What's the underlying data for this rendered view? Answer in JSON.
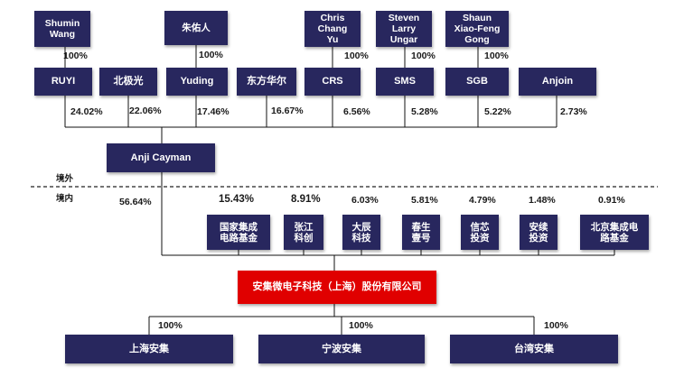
{
  "owners": {
    "shumin_wang": "Shumin\nWang",
    "zhu_youren": "朱佑人",
    "chris_chang_yu": "Chris\nChang\nYu",
    "steven_larry_ungar": "Steven\nLarry\nUngar",
    "shaun_xiao_feng_gong": "Shaun\nXiao-Feng\nGong"
  },
  "owner_pcts": {
    "shumin_wang": "100%",
    "zhu_youren": "100%",
    "chris_chang_yu": "100%",
    "steven_larry_ungar": "100%",
    "shaun_xiao_feng_gong": "100%"
  },
  "shareholders": [
    {
      "name": "RUYI",
      "pct": "24.02%"
    },
    {
      "name": "北极光",
      "pct": "22.06%"
    },
    {
      "name": "Yuding",
      "pct": "17.46%"
    },
    {
      "name": "东方华尔",
      "pct": "16.67%"
    },
    {
      "name": "CRS",
      "pct": "6.56%"
    },
    {
      "name": "SMS",
      "pct": "5.28%"
    },
    {
      "name": "SGB",
      "pct": "5.22%"
    },
    {
      "name": "Anjoin",
      "pct": "2.73%"
    }
  ],
  "cayman": {
    "name": "Anji Cayman",
    "pct": "56.64%"
  },
  "region": {
    "overseas": "境外",
    "domestic": "境内"
  },
  "domestic_holders": [
    {
      "name": "国家集成\n电路基金",
      "pct": "15.43%"
    },
    {
      "name": "张江\n科创",
      "pct": "8.91%"
    },
    {
      "name": "大辰\n科技",
      "pct": "6.03%"
    },
    {
      "name": "春生\n壹号",
      "pct": "5.81%"
    },
    {
      "name": "信芯\n投资",
      "pct": "4.79%"
    },
    {
      "name": "安续\n投资",
      "pct": "1.48%"
    },
    {
      "name": "北京集成电\n路基金",
      "pct": "0.91%"
    }
  ],
  "company": "安集微电子科技（上海）股份有限公司",
  "subsidiaries": [
    {
      "name": "上海安集",
      "pct": "100%"
    },
    {
      "name": "宁波安集",
      "pct": "100%"
    },
    {
      "name": "台湾安集",
      "pct": "100%"
    }
  ],
  "colors": {
    "node": "#28275e",
    "company": "#e00000"
  }
}
